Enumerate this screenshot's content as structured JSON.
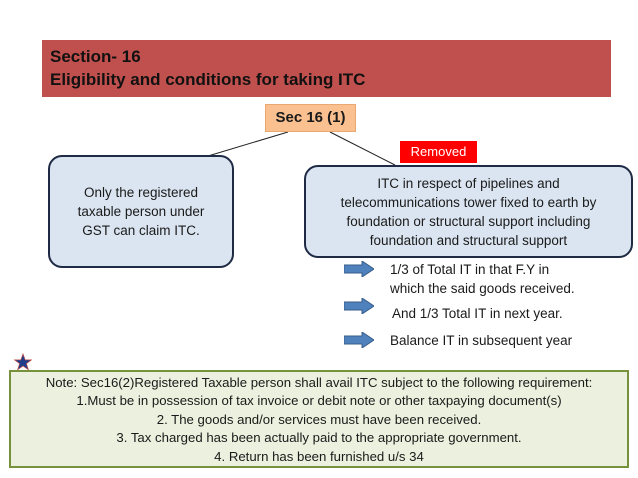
{
  "header": {
    "line1": "Section- 16",
    "line2": "Eligibility and conditions for taking ITC"
  },
  "center_box": {
    "label": "Sec 16 (1)"
  },
  "removed_tag": {
    "label": "Removed"
  },
  "left_box": {
    "lines": [
      "Only the registered",
      "taxable person under",
      "GST  can claim ITC."
    ]
  },
  "right_box": {
    "lines": [
      "ITC in respect of pipelines and",
      "telecommunications tower fixed to earth by",
      "foundation or structural support including",
      "foundation and structural support"
    ]
  },
  "arrow_items": [
    {
      "lines": [
        "1/3 of Total  IT in that F.Y in",
        "which the said goods received."
      ]
    },
    {
      "lines": [
        "And 1/3 Total IT in next year."
      ]
    },
    {
      "lines": [
        "Balance IT in subsequent year"
      ]
    }
  ],
  "note": {
    "lines": [
      "Note: Sec16(2)Registered Taxable person shall avail ITC subject to the following requirement:",
      "1.Must be in possession of tax invoice or debit note or other taxpaying document(s)",
      "2. The goods and/or services must have been received.",
      "3. Tax charged has been actually paid to the appropriate government.",
      "4. Return has been furnished u/s 34"
    ]
  },
  "colors": {
    "header_bg": "#c0504d",
    "sec_box_bg": "#fac08f",
    "removed_bg": "#ff0000",
    "box_fill": "#dbe5f1",
    "box_border": "#1f2a44",
    "arrow_fill": "#4f81bd",
    "note_bg": "#ebf1de",
    "note_border": "#76923c",
    "star_color": "#1f3d8a"
  }
}
